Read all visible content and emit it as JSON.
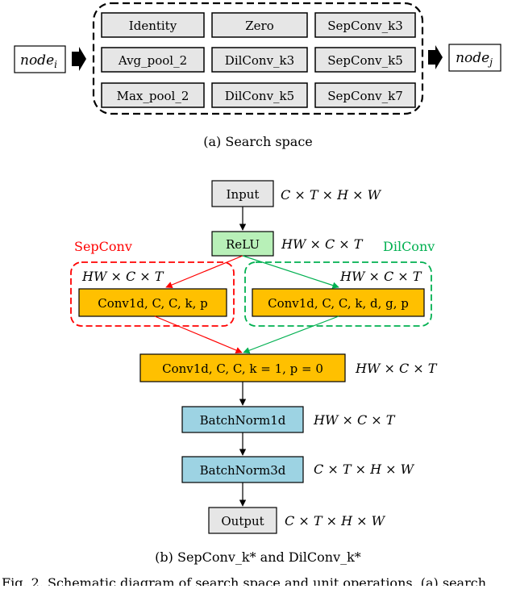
{
  "search_space": {
    "node_in": "node",
    "node_in_sub": "i",
    "node_out": "node",
    "node_out_sub": "j",
    "ops": [
      [
        "Identity",
        "Zero",
        "SepConv_k3"
      ],
      [
        "Avg_pool_2",
        "DilConv_k3",
        "SepConv_k5"
      ],
      [
        "Max_pool_2",
        "DilConv_k5",
        "SepConv_k7"
      ]
    ],
    "caption": "(a) Search space"
  },
  "flow": {
    "input": "Input",
    "input_shape": "C × T × H × W",
    "relu": "ReLU",
    "relu_shape": "HW × C × T",
    "sepconv_label": "SepConv",
    "sepconv_shape": "HW × C × T",
    "sepconv_op": "Conv1d, C, C, k, p",
    "dilconv_label": "DilConv",
    "dilconv_shape": "HW × C × T",
    "dilconv_op": "Conv1d, C, C, k, d, g, p",
    "pointwise": "Conv1d, C, C, k = 1, p = 0",
    "pointwise_shape": "HW × C × T",
    "bn1d": "BatchNorm1d",
    "bn1d_shape": "HW × C × T",
    "bn3d": "BatchNorm3d",
    "bn3d_shape": "C × T × H × W",
    "output": "Output",
    "output_shape": "C × T × H × W",
    "caption": "(b) SepConv_k* and DilConv_k*"
  },
  "fig_caption": "Fig. 2.   Schematic diagram of search space and unit operations. (a) search",
  "colors": {
    "gray_box": "#e6e6e6",
    "relu_box": "#b8f0b8",
    "conv_box": "#ffc000",
    "bn_box": "#9dd3e3",
    "sep_red": "#ff0000",
    "dil_green": "#00b050"
  }
}
